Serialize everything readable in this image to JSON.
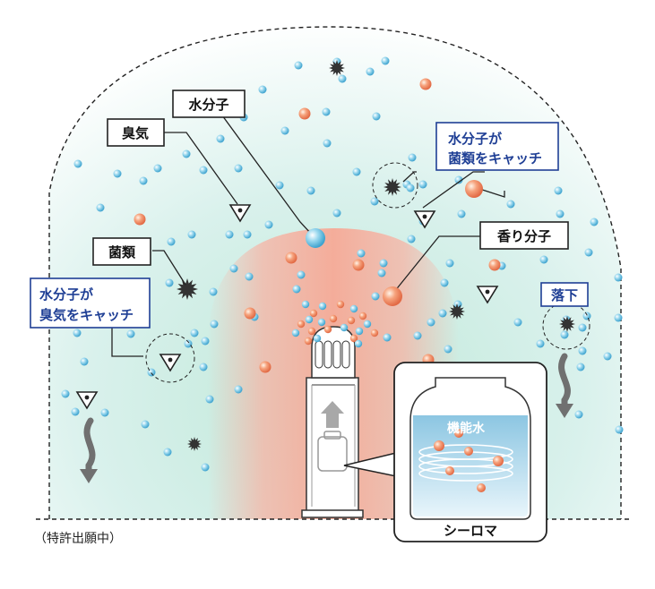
{
  "labels": {
    "water_molecule": "水分子",
    "odor": "臭気",
    "bacteria": "菌類",
    "aroma_molecule": "香り分子",
    "water_catch_bacteria_1": "水分子が",
    "water_catch_bacteria_2": "菌類をキャッチ",
    "water_catch_odor_1": "水分子が",
    "water_catch_odor_2": "臭気をキャッチ",
    "fall": "落下",
    "functional_water": "機能水",
    "product_name": "シーロマ",
    "patent_note": "（特許出願中）"
  },
  "colors": {
    "water": "#56b8d8",
    "aroma": "#f08a6a",
    "bacteria": "#333333",
    "accent_blue": "#1f3f95",
    "mist_green": "#cfeee0",
    "mist_pink": "#f7b3a4"
  },
  "icons": [
    "odor-triangle-icon",
    "bacteria-spot-icon",
    "fall-arrow-icon",
    "up-arrow-icon"
  ]
}
